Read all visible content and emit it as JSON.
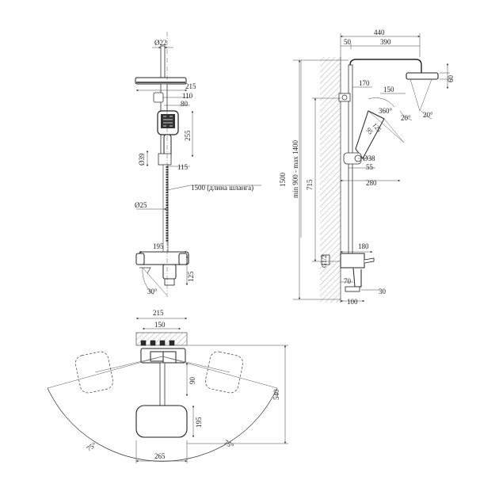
{
  "front_view": {
    "dim_pipe_top": "Ø22",
    "dim_head_width": "215",
    "dim_holder_top": "110",
    "dim_holder_w": "80",
    "dim_handset": "255",
    "dim_pipe_dia_39": "Ø39",
    "dim_115": "115",
    "dim_hose_dia": "Ø25",
    "dim_hose_len": "1500 (длина шланга)",
    "dim_195": "195",
    "dim_125": "125",
    "dim_angle_30": "30°"
  },
  "side_view": {
    "dim_440": "440",
    "dim_50": "50",
    "dim_390": "390",
    "dim_60": "60",
    "dim_170": "170",
    "dim_150": "150",
    "dim_360": "360°",
    "dim_20a": "20°",
    "dim_20b": "20°",
    "dim_95": "95",
    "dim_125": "125",
    "dim_1500": "1500",
    "dim_range": "min 900 - max 1400",
    "dim_715": "715",
    "dim_38": "Ø38",
    "dim_55": "55",
    "dim_280": "280",
    "dim_180": "180",
    "dim_g12": "G1/2",
    "dim_70": "70",
    "dim_30": "30",
    "dim_100": "100"
  },
  "top_view": {
    "dim_215": "215",
    "dim_150": "150",
    "dim_90": "90",
    "dim_540": "540",
    "dim_195": "195",
    "dim_265": "265",
    "dim_75_left": "75°",
    "dim_75_right": "75°"
  }
}
